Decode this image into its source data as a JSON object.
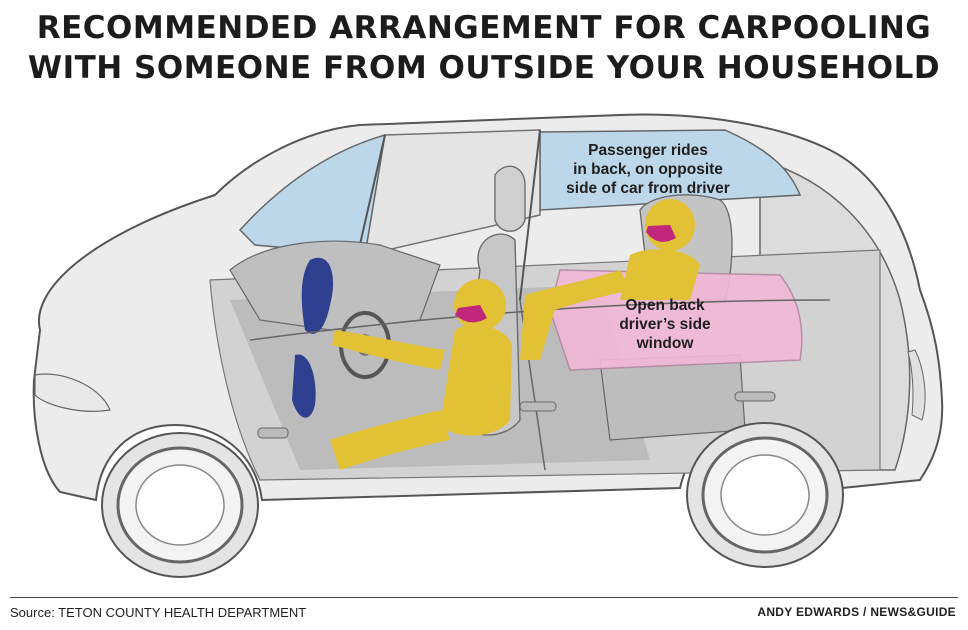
{
  "title": {
    "line1": "RECOMMENDED ARRANGEMENT FOR CARPOOLING",
    "line2": "WITH SOMEONE FROM OUTSIDE YOUR HOUSEHOLD"
  },
  "labels": {
    "passenger": {
      "line1": "Passenger rides",
      "line2": "in back, on opposite",
      "line3": "side of car from driver"
    },
    "window": {
      "line1": "Open back",
      "line2": "driver’s side",
      "line3": "window"
    }
  },
  "footer": {
    "source": "Source: TETON COUNTY HEALTH DEPARTMENT",
    "credit": "ANDY EDWARDS / NEWS&GUIDE"
  },
  "colors": {
    "figure_yellow": "#e3c134",
    "mask_magenta": "#c0267a",
    "window_pink": "#f2b8d6",
    "glass_blue": "#bcd7ea",
    "seat_blue": "#2e3f8f",
    "body_gray": "#d4d4d4"
  }
}
